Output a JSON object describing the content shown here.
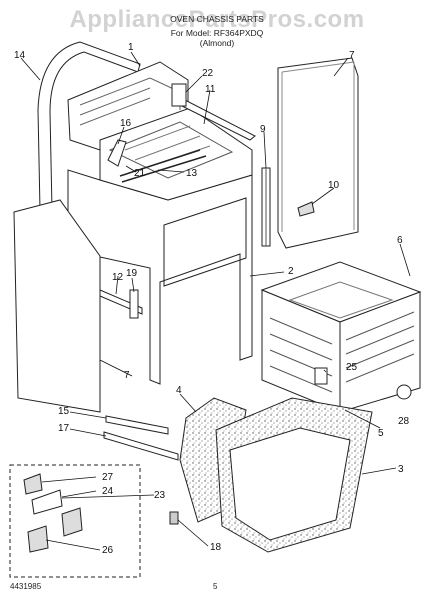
{
  "header": {
    "watermark": "AppliancePartsPros.com",
    "line1": "OVEN CHASSIS PARTS",
    "line2": "For Model: RF364PXDQ",
    "line3": "(Almond)"
  },
  "footer": {
    "doc_number": "4431985",
    "page_number": "5"
  },
  "callouts": {
    "c1": "1",
    "c2": "2",
    "c3": "3",
    "c4": "4",
    "c5": "5",
    "c6": "6",
    "c7a": "7",
    "c7b": "7",
    "c9": "9",
    "c10": "10",
    "c11": "11",
    "c12": "12",
    "c13": "13",
    "c14": "14",
    "c15": "15",
    "c16": "16",
    "c17": "17",
    "c18": "18",
    "c19": "19",
    "c21": "21",
    "c22": "22",
    "c23": "23",
    "c24": "24",
    "c25": "25",
    "c26": "26",
    "c27": "27",
    "c28": "28"
  }
}
